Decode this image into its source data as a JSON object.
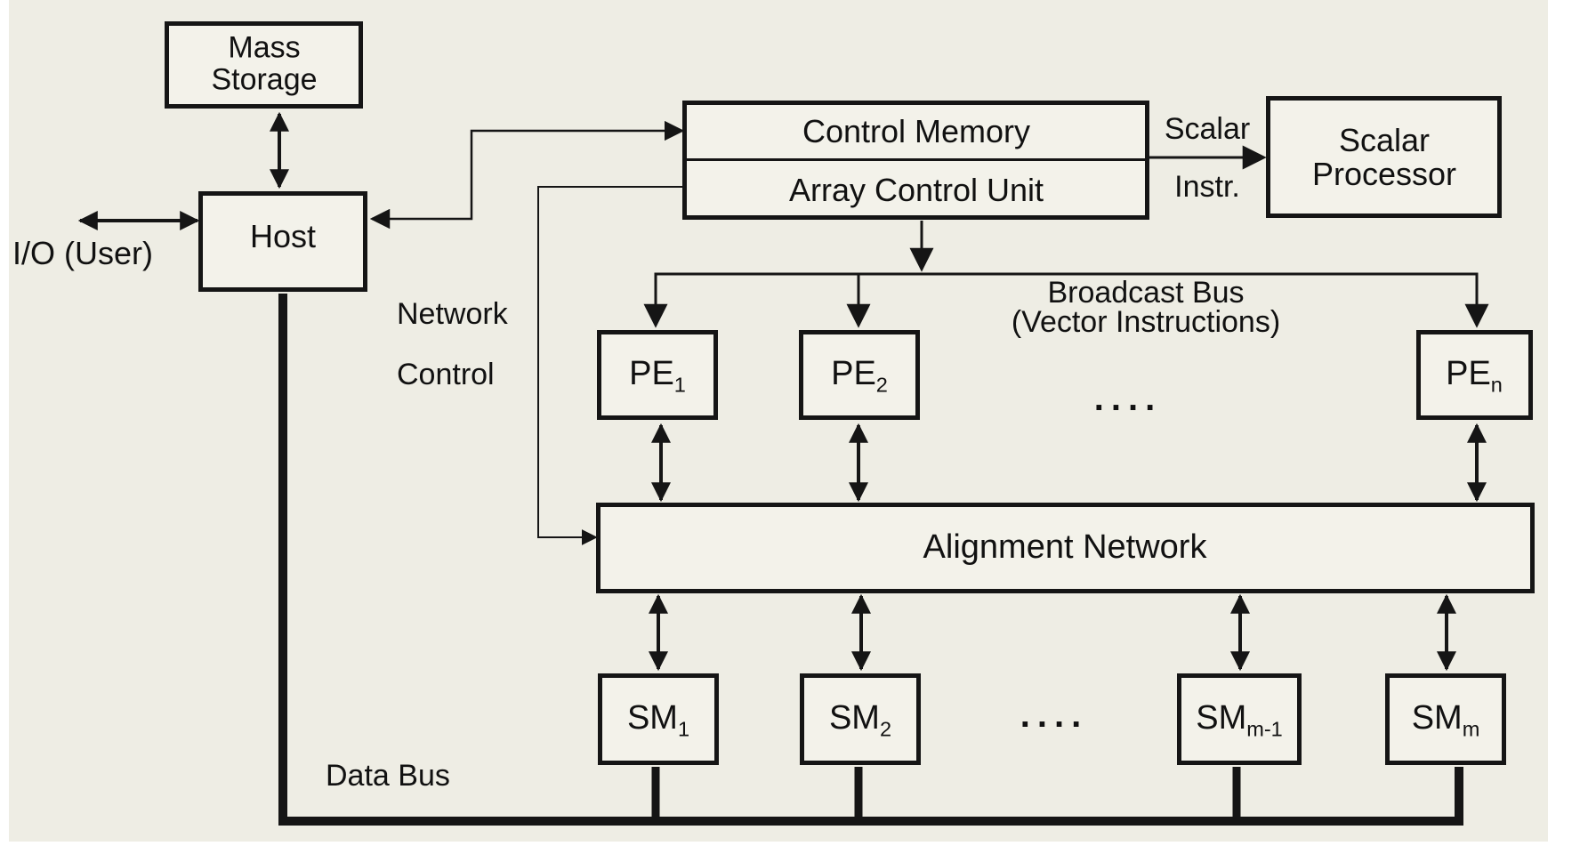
{
  "nodes": {
    "mass_storage": {
      "line1": "Mass",
      "line2": "Storage"
    },
    "host": "Host",
    "control_memory": "Control Memory",
    "array_control_unit": "Array Control Unit",
    "scalar_processor": {
      "line1": "Scalar",
      "line2": "Processor"
    },
    "alignment_network": "Alignment Network",
    "pe1": {
      "main": "PE",
      "sub": "1"
    },
    "pe2": {
      "main": "PE",
      "sub": "2"
    },
    "pen": {
      "main": "PE",
      "sub": "n"
    },
    "sm1": {
      "main": "SM",
      "sub": "1"
    },
    "sm2": {
      "main": "SM",
      "sub": "2"
    },
    "smm1": {
      "main": "SM",
      "sub": "m-1"
    },
    "smm": {
      "main": "SM",
      "sub": "m"
    }
  },
  "labels": {
    "io_user": "I/O (User)",
    "scalar": "Scalar",
    "instr": "Instr.",
    "broadcast_bus": "Broadcast Bus",
    "vector_instructions": "(Vector Instructions)",
    "network": "Network",
    "control": "Control",
    "data_bus": "Data Bus",
    "ellipsis_pe": "....",
    "ellipsis_sm": "...."
  },
  "colors": {
    "ink": "#151515",
    "paper": "#eeede4",
    "box_fill": "#f3f2ea"
  }
}
